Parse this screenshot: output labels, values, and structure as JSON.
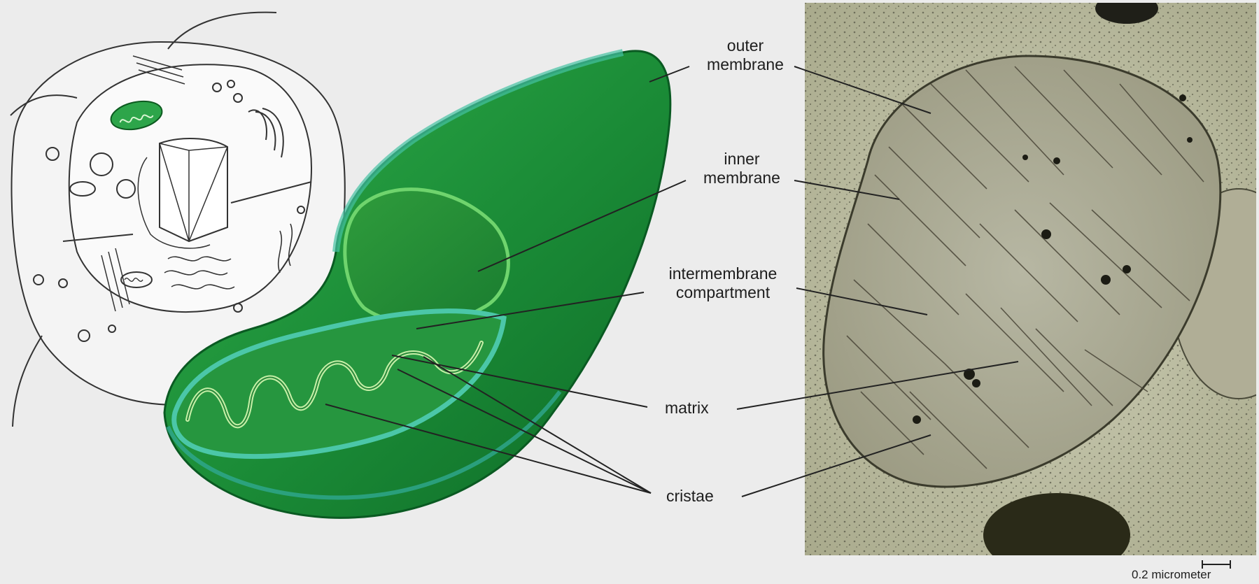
{
  "labels": {
    "outer_membrane": [
      "outer",
      "membrane"
    ],
    "inner_membrane": [
      "inner",
      "membrane"
    ],
    "intermembrane": [
      "intermembrane",
      "compartment"
    ],
    "matrix": "matrix",
    "cristae": "cristae"
  },
  "scale_bar": {
    "text": "0.2 micrometer"
  },
  "colors": {
    "mito_green": "#1f8f3a",
    "mito_dark": "#0f6b28",
    "mito_light": "#7fd07a",
    "rim_teal": "#2fa890",
    "micrograph_bg": "#c8c6b0",
    "cell_line": "#333333"
  }
}
